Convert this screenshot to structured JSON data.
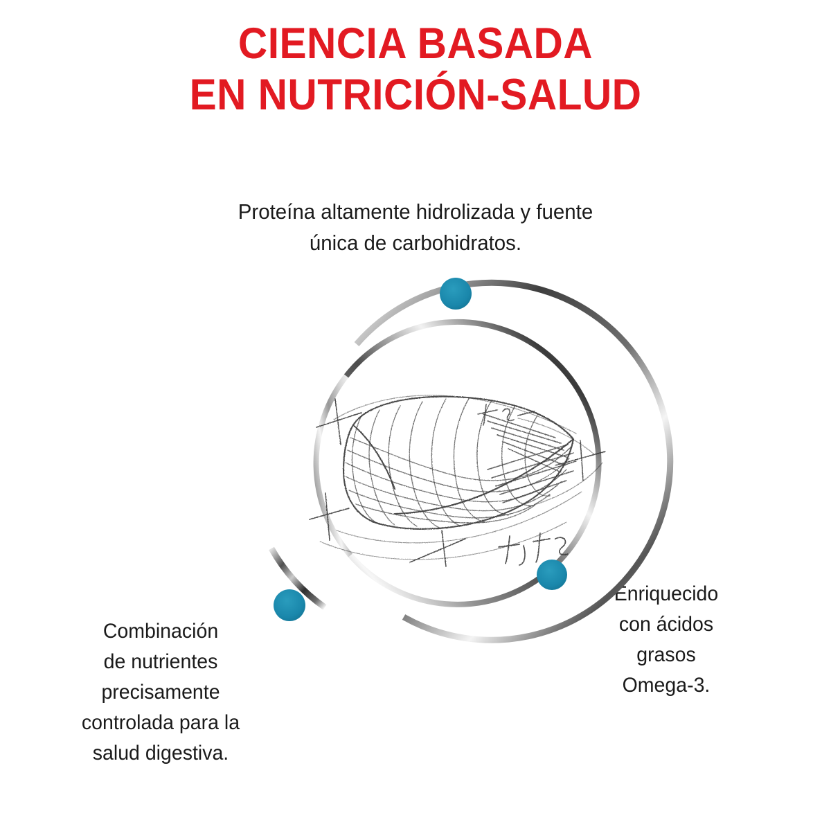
{
  "page": {
    "background_color": "#ffffff",
    "language": "es"
  },
  "title": {
    "color": "#e21a22",
    "lines": [
      "CIENCIA BASADA",
      "EN NUTRICIÓN-SALUD"
    ]
  },
  "callouts": [
    {
      "id": "top",
      "position": "top",
      "text_color": "#1a1a1a",
      "lines": [
        "Proteína altamente hidrolizada y fuente",
        "única de carbohidratos."
      ]
    },
    {
      "id": "bottom-left",
      "position": "bottom-left",
      "text_color": "#1a1a1a",
      "lines": [
        "Combinación",
        "de nutrientes",
        "precisamente",
        "controlada para la",
        "salud digestiva."
      ]
    },
    {
      "id": "right",
      "position": "right",
      "text_color": "#1a1a1a",
      "lines": [
        "Enriquecido",
        "con ácidos",
        "grasos",
        "Omega-3."
      ]
    }
  ],
  "diagram": {
    "name": "kibble-science-diagram",
    "node_color": "#1a87ab",
    "ring_color_dark": "#4a4a4a",
    "ring_color_light": "#e8e8e8",
    "rings": [
      {
        "name": "outer-ring",
        "radius": 258,
        "stroke_width": 9
      },
      {
        "name": "inner-ring",
        "radius": 204,
        "stroke_width": 8
      }
    ],
    "nodes": [
      {
        "name": "node-top",
        "label_ref": "top",
        "radius": 23
      },
      {
        "name": "node-bottom-left",
        "label_ref": "bottom-left",
        "radius": 23
      },
      {
        "name": "node-right",
        "label_ref": "right",
        "radius": 22
      }
    ],
    "center_illustration": {
      "name": "kibble-sketch",
      "description": "Boceto técnico a lápiz de una croqueta con malla de alambre y marcas de referencia"
    }
  }
}
